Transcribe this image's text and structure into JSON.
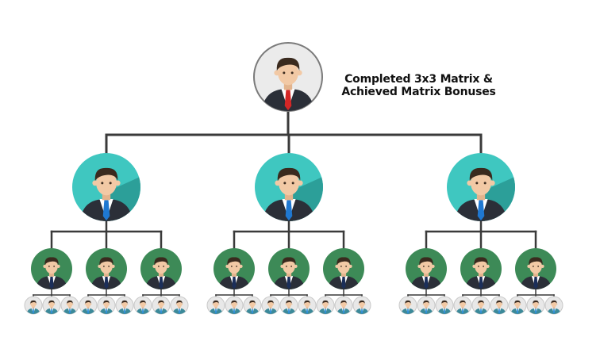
{
  "caption": {
    "line1": "Completed 3x3 Matrix &",
    "line2": "Achieved Matrix Bonuses"
  },
  "matrix": {
    "width": 3,
    "depth": 3
  },
  "colors": {
    "connector": "#3a3a3a",
    "root_background": "#ebebeb",
    "root_border": "#7a7a7a",
    "level1_background": "#3fc7c0",
    "level1_shadow": "#2c9f99",
    "level2_background": "#3d8a57",
    "level3_background": "#e8e8e8",
    "suit_dark": "#2b2f38",
    "skin": "#f2c9a5",
    "hair": "#3a2a1e",
    "tie_root": "#d52626",
    "tie_level1": "#1f78d1",
    "tie_level2": "#1b2f5a",
    "tie_level3": "#2f8ed8"
  },
  "icons": {
    "member": "businessman-avatar-icon"
  }
}
